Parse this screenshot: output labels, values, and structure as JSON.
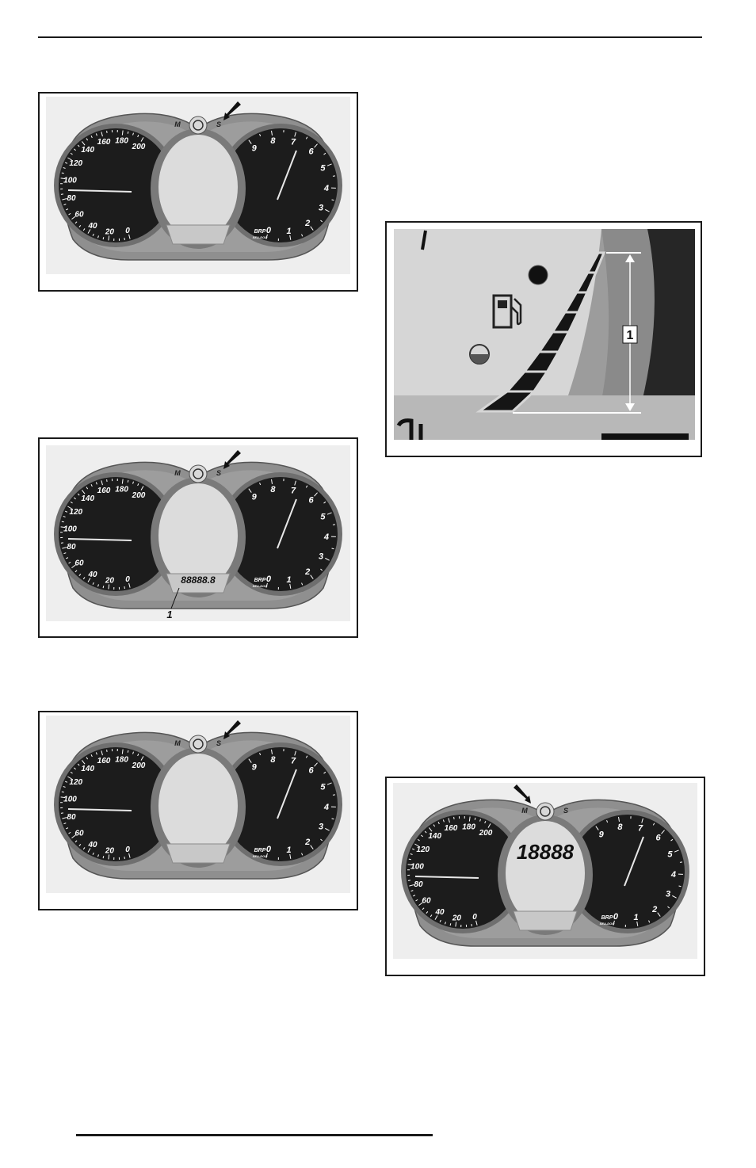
{
  "figures": [
    {
      "id": "fig1",
      "speedo_labels": [
        "0",
        "20",
        "40",
        "60",
        "80",
        "100",
        "120",
        "140",
        "160",
        "180",
        "200"
      ],
      "tacho_labels": [
        "0",
        "1",
        "2",
        "3",
        "4",
        "5",
        "6",
        "7",
        "8",
        "9"
      ],
      "mode_left": "M",
      "mode_right": "S",
      "brand_mark": "BRP",
      "brand_sub": "SEA-DOO",
      "callout": ""
    },
    {
      "id": "fig2",
      "speedo_labels": [
        "0",
        "20",
        "40",
        "60",
        "80",
        "100",
        "120",
        "140",
        "160",
        "180",
        "200"
      ],
      "tacho_labels": [
        "0",
        "1",
        "2",
        "3",
        "4",
        "5",
        "6",
        "7",
        "8",
        "9"
      ],
      "mode_left": "M",
      "mode_right": "S",
      "brand_mark": "BRP",
      "brand_sub": "SEA-DOO",
      "display": "88888.8",
      "callout": "1"
    },
    {
      "id": "fig3",
      "speedo_labels": [
        "0",
        "20",
        "40",
        "60",
        "80",
        "100",
        "120",
        "140",
        "160",
        "180",
        "200"
      ],
      "tacho_labels": [
        "0",
        "1",
        "2",
        "3",
        "4",
        "5",
        "6",
        "7",
        "8",
        "9"
      ],
      "mode_left": "M",
      "mode_right": "S",
      "brand_mark": "BRP",
      "brand_sub": "SEA-DOO",
      "callout": ""
    },
    {
      "id": "fig4",
      "callout": "1",
      "fuel_segments": 8
    },
    {
      "id": "fig5",
      "speedo_labels": [
        "0",
        "20",
        "40",
        "60",
        "80",
        "100",
        "120",
        "140",
        "160",
        "180",
        "200"
      ],
      "tacho_labels": [
        "0",
        "1",
        "2",
        "3",
        "4",
        "5",
        "6",
        "7",
        "8",
        "9"
      ],
      "mode_left": "M",
      "mode_right": "S",
      "brand_mark": "BRP",
      "brand_sub": "SEA-DOO",
      "display": "18888",
      "callout": ""
    }
  ],
  "colors": {
    "housing": "#8f8f8f",
    "bezel": "#6f6f6f",
    "dial": "#1c1c1c",
    "lcd": "#dcdcdc",
    "ink": "#111111"
  },
  "icons": [
    "arrow-pointer-icon",
    "sea-doo-logo-icon",
    "fuel-pump-icon"
  ]
}
